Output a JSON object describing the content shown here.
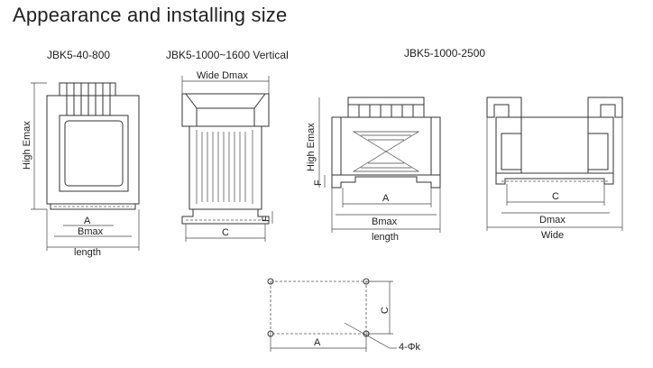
{
  "page_title": "Appearance and installing size",
  "models": {
    "m1": "JBK5-40-800",
    "m2": "JBK5-1000~1600 Vertical",
    "m3": "JBK5-1000-2500"
  },
  "labels": {
    "high_emax": "High Emax",
    "a": "A",
    "bmax": "Bmax",
    "length": "length",
    "wide_dmax": "Wide Dmax",
    "c": "C",
    "f": "F",
    "dmax": "Dmax",
    "wide": "Wide",
    "mount_holes": "4-Φk"
  }
}
